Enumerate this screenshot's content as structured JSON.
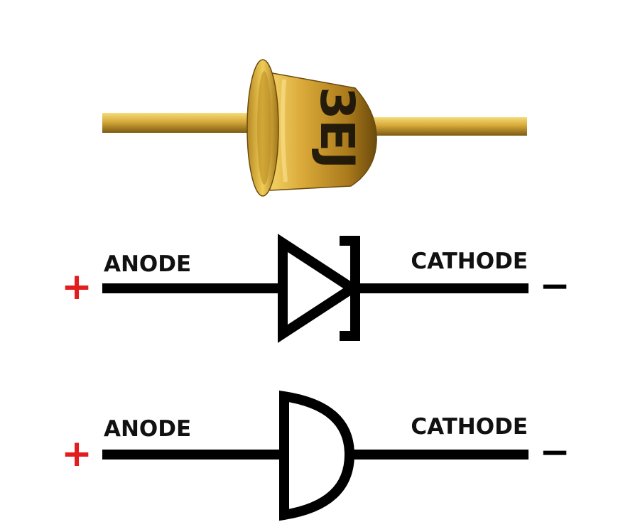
{
  "photo": {
    "marking": "3EJ",
    "colors": {
      "metal_light": "#f3cf5a",
      "metal_mid": "#c99a26",
      "metal_dark": "#7a5610",
      "ink": "#141008"
    }
  },
  "diagrams": [
    {
      "symbol": "diode",
      "anode_label": "ANODE",
      "cathode_label": "CATHODE",
      "anode_polarity": "+",
      "cathode_polarity": "−"
    },
    {
      "symbol": "d-shape",
      "anode_label": "ANODE",
      "cathode_label": "CATHODE",
      "anode_polarity": "+",
      "cathode_polarity": "−"
    }
  ],
  "colors": {
    "line": "#000000",
    "plus": "#e21d1d",
    "minus": "#000000"
  }
}
